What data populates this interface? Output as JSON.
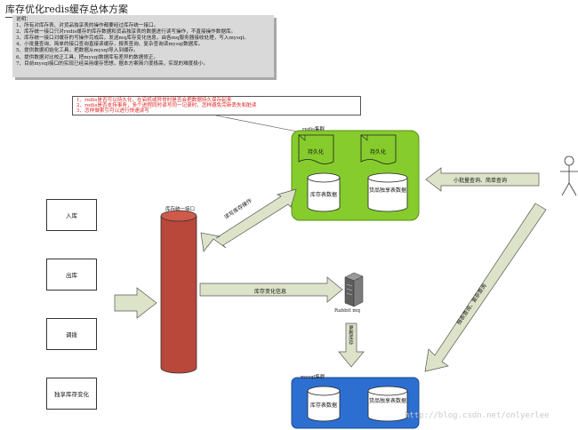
{
  "title": "库存优化redis缓存总体方案",
  "notes": {
    "heading": "说明：",
    "lines": [
      "1、所有对库存表、对货品独享表的操作都要经过库存统一接口。",
      "2、库存统一接口只对redis缓存的库存数据和货品独享表的数据进行读写操作，不直接操作数据库。",
      "3、库存统一接口对缓存的写操作完成后，发送mq库存变化信息，由各mq服务器接收处理，写入mysql。",
      "4、小批量查询、简单的接口查询直接读缓存，报表查询、复杂查询读mysql数据库。",
      "5、提供数据初始化工具，把数据从mysql导入到缓存。",
      "6、提供数据对比校正工具，把mysql数据库有差异的数据修正。",
      "7、目前mysql接口的实现已经采用缓存思想，据本方案简介度极高，实现的难度极小。"
    ]
  },
  "issues": [
    "1、redis是否可以持久化，在宕机或异常时是否会把数据持久保存起来",
    "2、redis是否支持事务，多个进程同时读写同一记录时，怎样避免完新丢失和脏读",
    "3、怎样做索引可以进行快速读写"
  ],
  "left_boxes": [
    "入库",
    "出库",
    "调拨",
    "独享库存变化"
  ],
  "unified_api_label": "库存统一接口",
  "redis_cluster": {
    "label": "redis集群",
    "persist": [
      "持久化",
      "持久化"
    ],
    "dbs": [
      "库存表数据",
      "货品独享表数据"
    ]
  },
  "mysql_cluster": {
    "label": "mysql集群",
    "dbs": [
      "库存表数据",
      "货品独享表数据"
    ]
  },
  "rabbit_label": "Rabbit mq",
  "arrows": {
    "read_write": "读写库存操作",
    "stock_change": "库存变化信息",
    "update_stock": "更新库存",
    "small_query": "小批量查询、简单查询",
    "report_query": "报表查询、复杂查询"
  },
  "watermark": "http://blog.csdn.net/onlyerlee",
  "colors": {
    "redis_green": "#86cc2c",
    "mysql_blue": "#2d6fd0",
    "api_red": "#b9473a",
    "arrow_fill": "#dde3c8",
    "issue_red": "#e02020"
  }
}
